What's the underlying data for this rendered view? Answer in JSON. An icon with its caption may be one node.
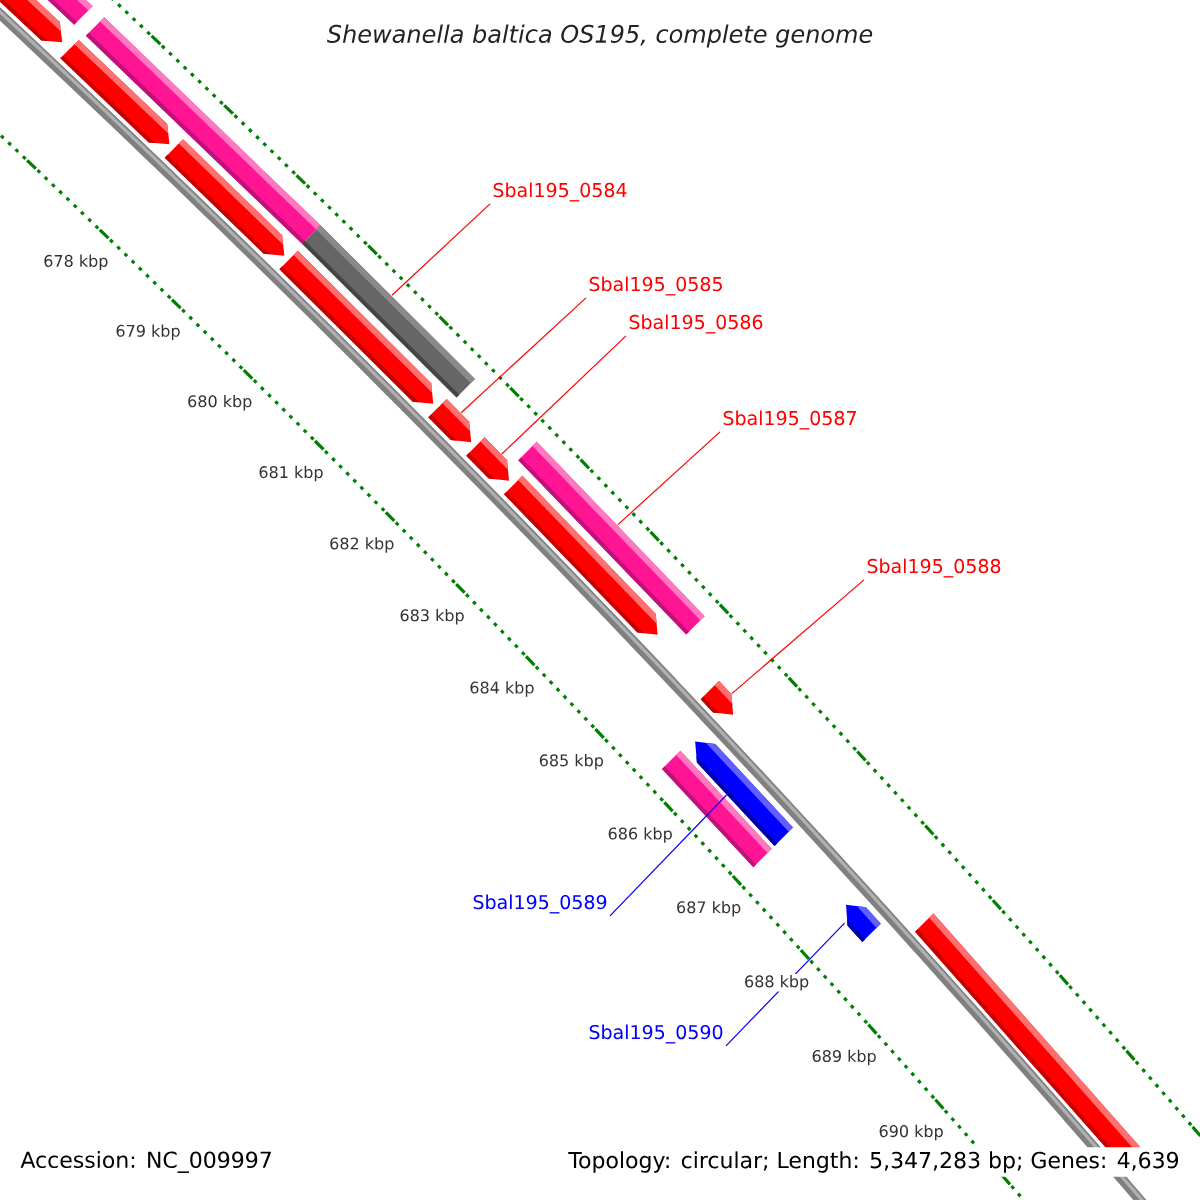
{
  "diagram": {
    "title": "Shewanella baltica OS195, complete genome",
    "nodes": [
      {
        "text": [
          "Sbal195_0584"
        ]
      },
      {
        "text": [
          "Sbal195_0585"
        ]
      },
      {
        "text": [
          "Sbal195_0586"
        ]
      },
      {
        "text": [
          "Sbal195_0587"
        ]
      },
      {
        "text": [
          "Sbal195_0588"
        ]
      },
      {
        "text": [
          "Sbal195_0589"
        ]
      },
      {
        "text": [
          "Sbal195_0590"
        ]
      },
      {
        "text": [],
        "shape": "bar"
      },
      {
        "text": [],
        "shape": "pentagon"
      },
      {
        "text": [],
        "shape": "pentagon"
      },
      {
        "text": [],
        "shape": "bar"
      },
      {
        "text": [],
        "shape": "pentagon"
      },
      {
        "text": [],
        "shape": "pentagon"
      },
      {
        "text": [],
        "shape": "pentagon"
      }
    ],
    "edges": [
      {
        "from": 0,
        "to": 7,
        "arrow": "none"
      },
      {
        "from": 1,
        "to": 8,
        "arrow": "none"
      },
      {
        "from": 2,
        "to": 9,
        "arrow": "none"
      },
      {
        "from": 3,
        "to": 10,
        "arrow": "none"
      },
      {
        "from": 4,
        "to": 11,
        "arrow": "none"
      },
      {
        "from": 5,
        "to": 12,
        "arrow": "none",
        "color": "#0000ff"
      },
      {
        "from": 6,
        "to": 13,
        "arrow": "none",
        "color": "#0000ff"
      }
    ],
    "labels": [
      "678 kbp",
      "679 kbp",
      "680 kbp",
      "681 kbp",
      "682 kbp",
      "683 kbp",
      "684 kbp",
      "685 kbp",
      "686 kbp",
      "687 kbp",
      "688 kbp",
      "689 kbp",
      "690 kbp",
      "Accession: NC_009997",
      "Topology: circular; Length: 5,347,283 bp; Genes: 4,639"
    ]
  }
}
